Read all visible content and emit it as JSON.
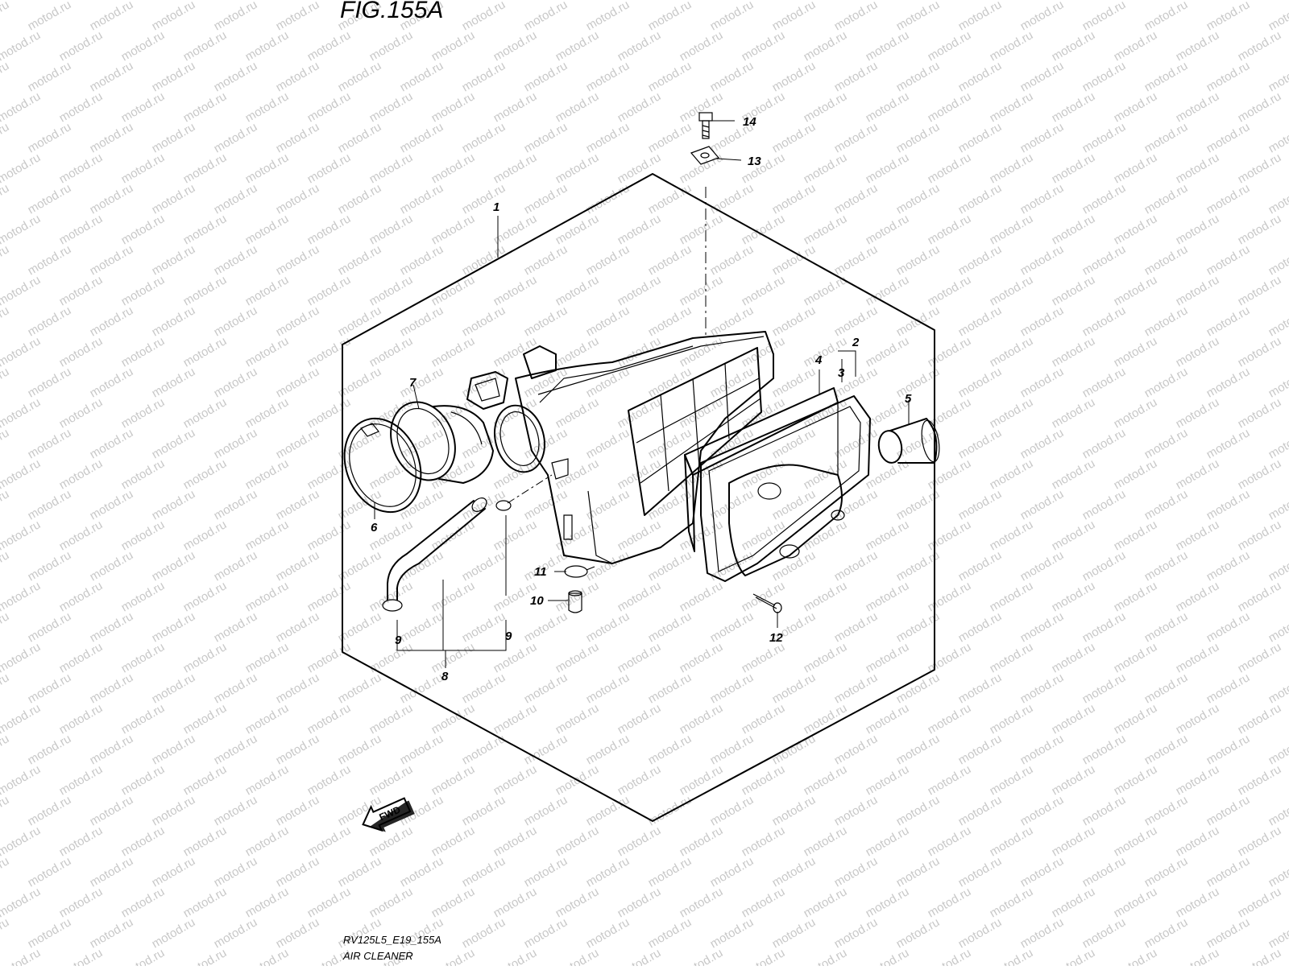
{
  "figure": {
    "title": "FIG.155A"
  },
  "footer": {
    "code": "RV125L5_E19_155A",
    "name": "AIR CLEANER"
  },
  "watermark": "motod.ru",
  "direction_badge": "FWD",
  "parts": [
    {
      "id": "part-1",
      "label": "1"
    },
    {
      "id": "part-2",
      "label": "2"
    },
    {
      "id": "part-3",
      "label": "3"
    },
    {
      "id": "part-4",
      "label": "4"
    },
    {
      "id": "part-5",
      "label": "5"
    },
    {
      "id": "part-6",
      "label": "6"
    },
    {
      "id": "part-7",
      "label": "7"
    },
    {
      "id": "part-8",
      "label": "8"
    },
    {
      "id": "part-9a",
      "label": "9"
    },
    {
      "id": "part-9b",
      "label": "9"
    },
    {
      "id": "part-10",
      "label": "10"
    },
    {
      "id": "part-11",
      "label": "11"
    },
    {
      "id": "part-12",
      "label": "12"
    },
    {
      "id": "part-13",
      "label": "13"
    },
    {
      "id": "part-14",
      "label": "14"
    }
  ]
}
